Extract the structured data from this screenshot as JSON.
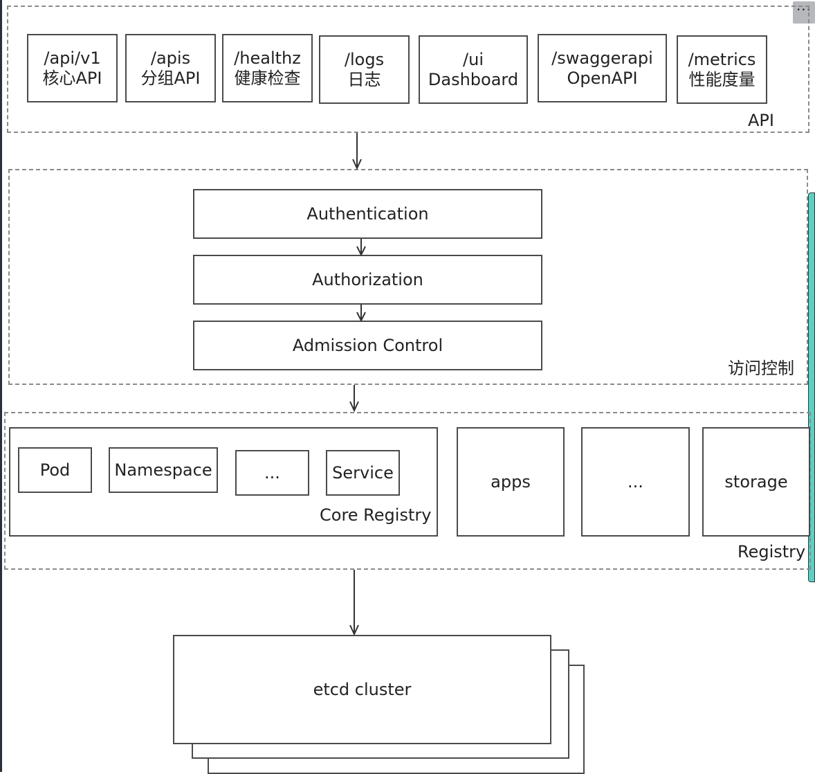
{
  "api_section": {
    "label": "API",
    "endpoints": [
      {
        "path": "/api/v1",
        "desc": "核心API"
      },
      {
        "path": "/apis",
        "desc": "分组API"
      },
      {
        "path": "/healthz",
        "desc": "健康检查"
      },
      {
        "path": "/logs",
        "desc": "日志"
      },
      {
        "path": "/ui",
        "desc": "Dashboard"
      },
      {
        "path": "/swaggerapi",
        "desc": "OpenAPI"
      },
      {
        "path": "/metrics",
        "desc": "性能度量"
      }
    ]
  },
  "access_control": {
    "label": "访问控制",
    "steps": [
      "Authentication",
      "Authorization",
      "Admission Control"
    ]
  },
  "registry": {
    "label": "Registry",
    "core": {
      "label": "Core Registry",
      "items": [
        "Pod",
        "Namespace",
        "...",
        "Service"
      ]
    },
    "groups": [
      "apps",
      "...",
      "storage"
    ]
  },
  "etcd": {
    "label": "etcd cluster"
  },
  "window": {
    "more_label": "···"
  }
}
